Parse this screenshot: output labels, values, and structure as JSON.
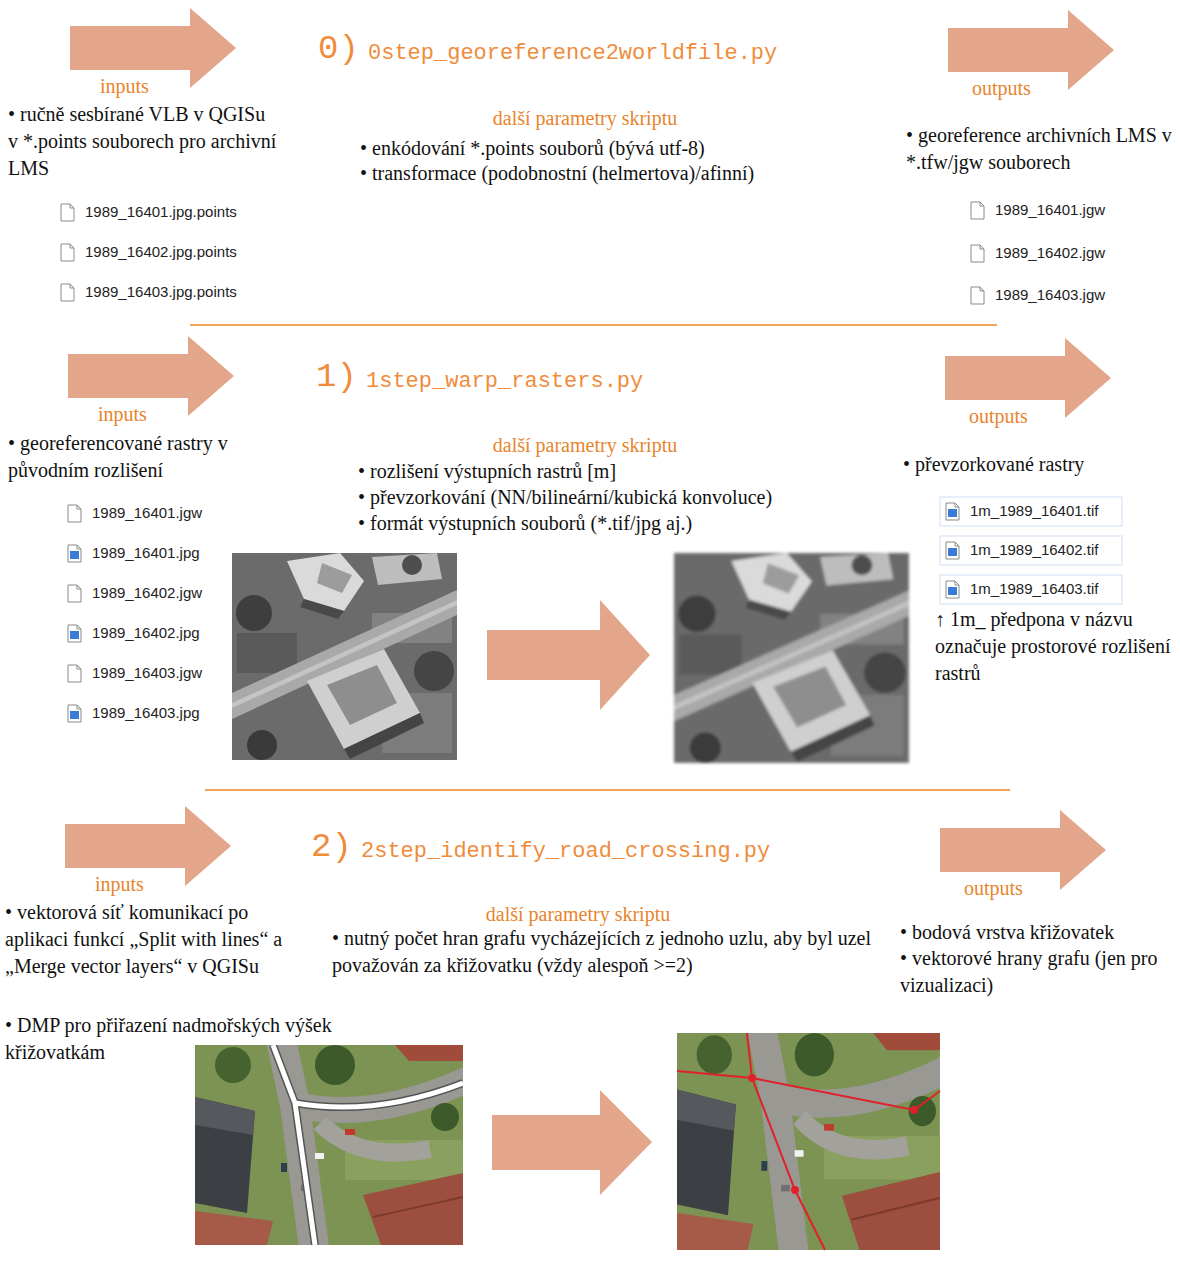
{
  "diagram": {
    "nodes": [
      {
        "text": [
          "inputs"
        ]
      },
      {
        "text": [
          "outputs"
        ]
      },
      {
        "text": [
          "inputs"
        ]
      },
      {
        "text": [
          "outputs"
        ]
      },
      {
        "text": [
          "inputs"
        ]
      },
      {
        "text": [
          "outputs"
        ]
      }
    ],
    "labels": [
      "0)",
      "0step_georeference2worldfile.py",
      "• ručně sesbírané VLB v QGISu v *.points souborech pro archivní LMS",
      "1989_16401.jpg.points",
      "1989_16402.jpg.points",
      "1989_16403.jpg.points",
      "další parametry skriptu",
      "• enkódování *.points souborů (bývá utf-8)",
      "• transformace (podobnostní (helmertova)/afinní)",
      "• georeference archivních LMS v *.tfw/jgw souborech",
      "1989_16401.jgw",
      "1989_16402.jgw",
      "1989_16403.jgw",
      "1)",
      "1step_warp_rasters.py",
      "• georeferencované rastry v původním rozlišení",
      "1989_16401.jgw",
      "1989_16401.jpg",
      "1989_16402.jgw",
      "1989_16402.jpg",
      "1989_16403.jgw",
      "1989_16403.jpg",
      "další parametry skriptu",
      "• rozlišení výstupních rastrů [m]",
      "• převzorkování (NN/bilineární/kubická konvoluce)",
      "• formát výstupních souborů (*.tif/jpg aj.)",
      "• převzorkované rastry",
      "1m_1989_16401.tif",
      "1m_1989_16402.tif",
      "1m_1989_16403.tif",
      "↑ 1m_ předpona v názvu označuje prostorové rozlišení rastrů",
      "2)",
      "2step_identify_road_crossing.py",
      "• vektorová síť komunikací po aplikaci funkcí „Split with lines“ a „Merge vector layers“ v QGISu",
      "• DMP pro přiřazení nadmořských výšek křižovatkám",
      "další parametry skriptu",
      "• nutný počet hran grafu vycházejících z jednoho uzlu, aby byl uzel považován za křižovatku (vždy alespoň >=2)",
      "• bodová vrstva křižovatek",
      "• vektorové hrany grafu (jen pro vizualizaci)"
    ]
  }
}
